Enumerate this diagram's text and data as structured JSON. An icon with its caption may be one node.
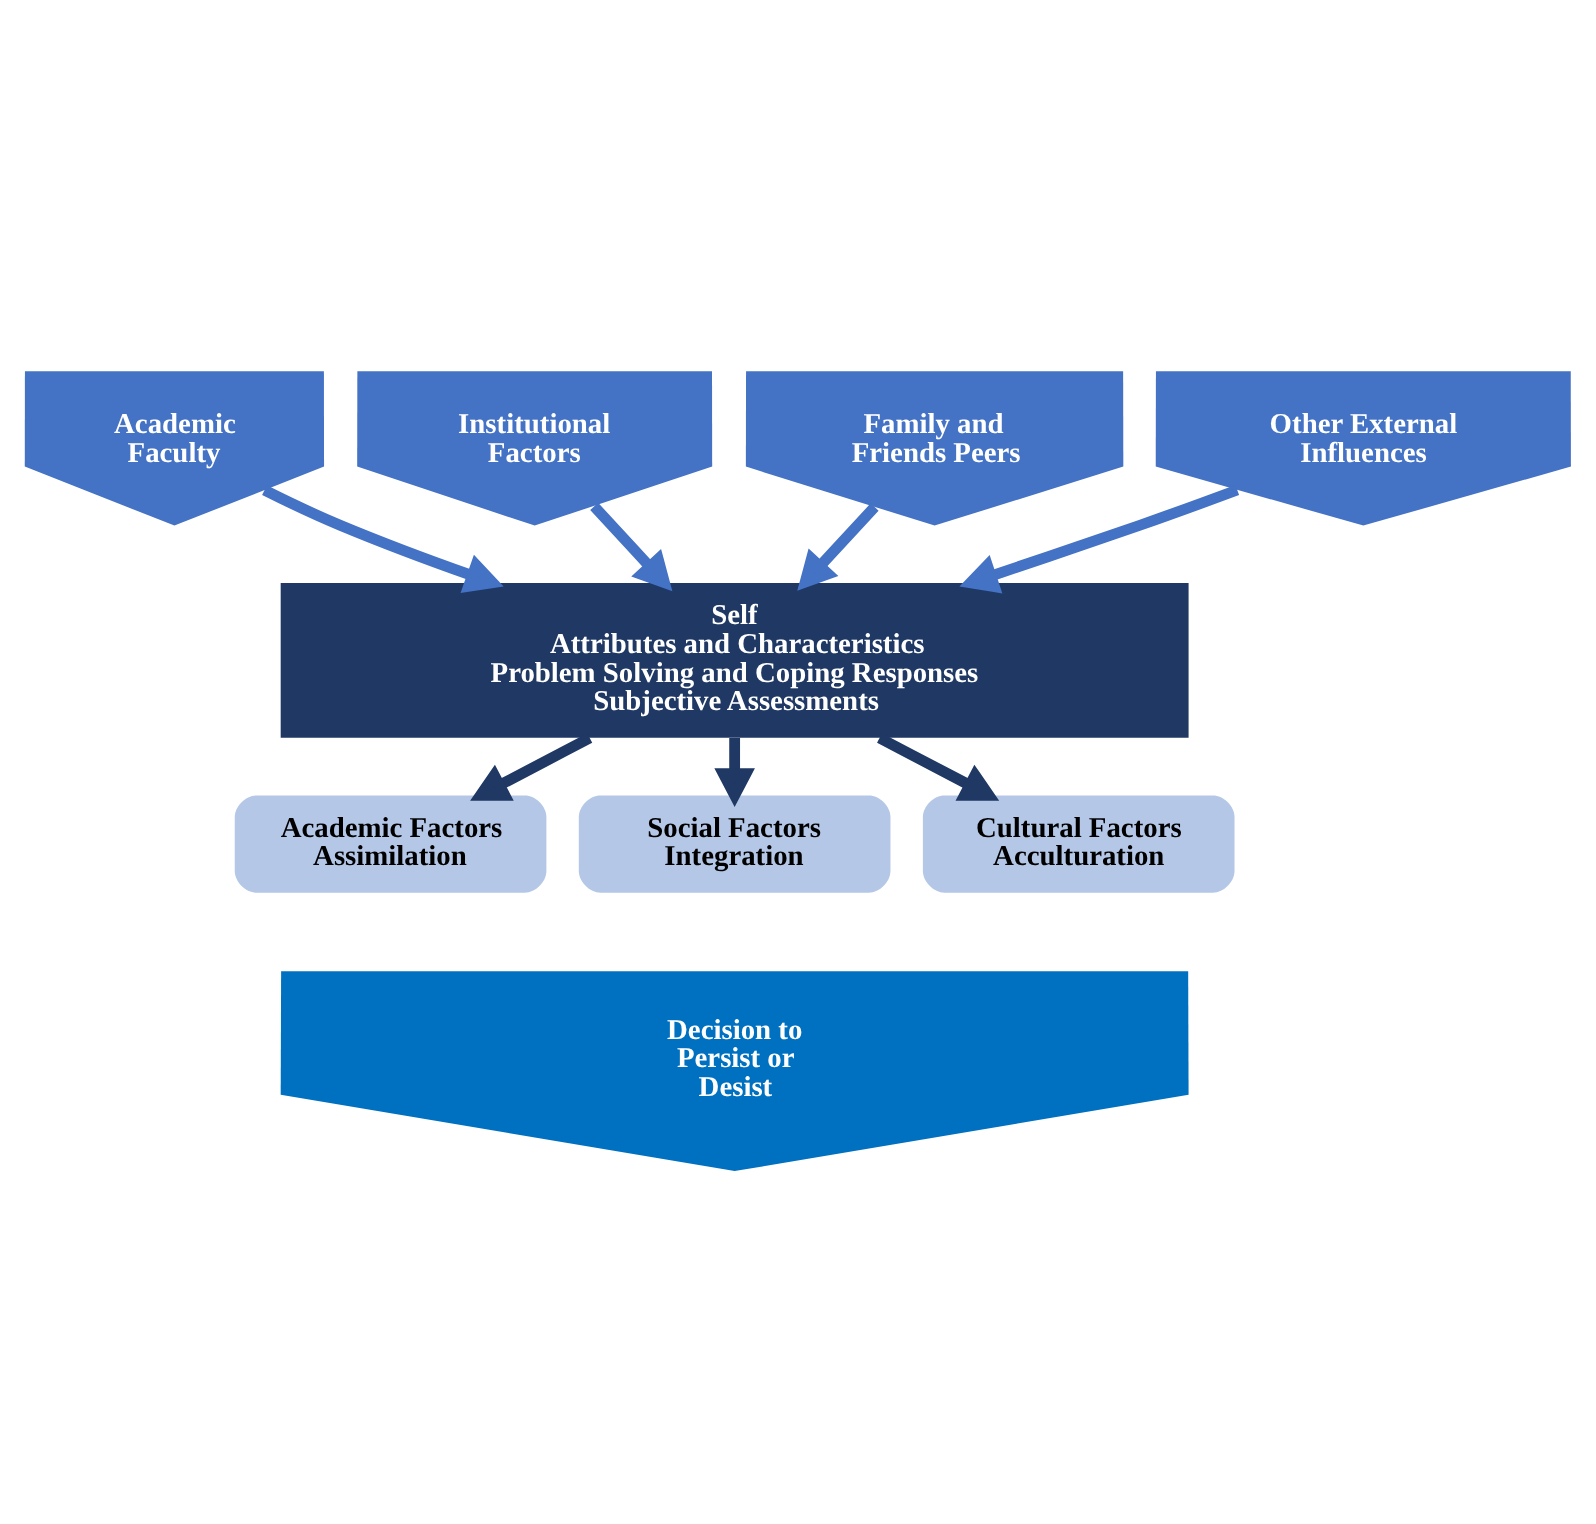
{
  "diagram": {
    "nodes": [
      {
        "text": [
          "Academic Faculty"
        ]
      },
      {
        "text": [
          "Institutional Factors"
        ]
      },
      {
        "text": [
          "Family and Friends Peers"
        ]
      },
      {
        "text": [
          "Other External Influences"
        ]
      },
      {
        "text": [
          "Self",
          "Attributes and Characteristics",
          "Problem Solving and Coping Responses",
          "Subjective Assessments"
        ]
      },
      {
        "text": [
          "Academic Factors",
          "Assimilation"
        ]
      },
      {
        "text": [
          "Social Factors",
          "Integration"
        ]
      },
      {
        "text": [
          "Cultural Factors",
          "Acculturation"
        ]
      },
      {
        "text": [
          "Decision to Persist or Desist"
        ]
      }
    ],
    "edges": [
      {
        "from": 0,
        "to": 4,
        "arrow": "to"
      },
      {
        "from": 1,
        "to": 4,
        "arrow": "to"
      },
      {
        "from": 2,
        "to": 4,
        "arrow": "to"
      },
      {
        "from": 3,
        "to": 4,
        "arrow": "to"
      },
      {
        "from": 4,
        "to": 5,
        "arrow": "to",
        "color": "#1f3864"
      },
      {
        "from": 4,
        "to": 6,
        "arrow": "to",
        "color": "#1f3864"
      },
      {
        "from": 4,
        "to": 7,
        "arrow": "to",
        "color": "#1f3864"
      }
    ]
  }
}
